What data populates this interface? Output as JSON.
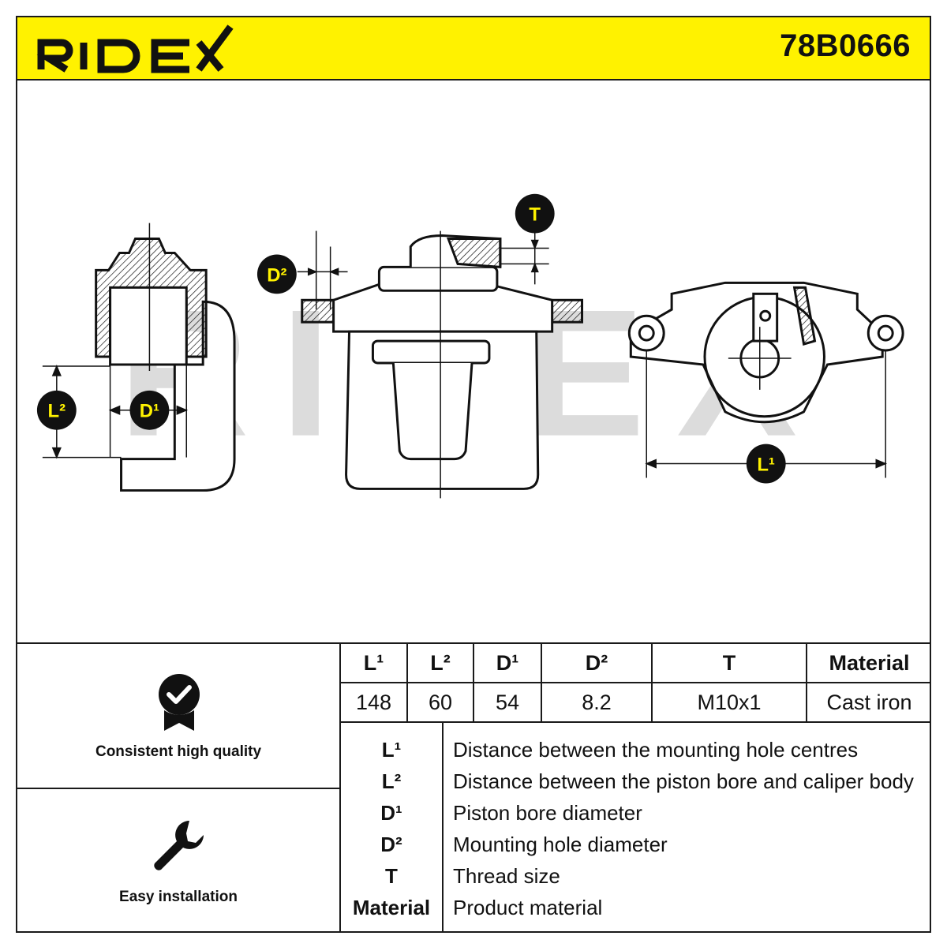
{
  "header": {
    "brand": "RIDEX",
    "part_number": "78B0666",
    "background_color": "#fff200"
  },
  "drawing": {
    "watermark": "RIDEX",
    "callouts": {
      "d2": "D²",
      "t": "T",
      "l2": "L²",
      "d1": "D¹",
      "l1": "L¹"
    },
    "callout_color": "#fff200"
  },
  "features": [
    {
      "icon": "quality-badge-icon",
      "label": "Consistent high quality"
    },
    {
      "icon": "wrench-icon",
      "label": "Easy installation"
    }
  ],
  "specs": {
    "headers": [
      "L¹",
      "L²",
      "D¹",
      "D²",
      "T",
      "Material"
    ],
    "values": [
      "148",
      "60",
      "54",
      "8.2",
      "M10x1",
      "Cast iron"
    ]
  },
  "legend": [
    {
      "symbol": "L¹",
      "description": "Distance between the mounting hole centres"
    },
    {
      "symbol": "L²",
      "description": "Distance between the piston bore and caliper body"
    },
    {
      "symbol": "D¹",
      "description": "Piston bore diameter"
    },
    {
      "symbol": "D²",
      "description": "Mounting hole diameter"
    },
    {
      "symbol": "T",
      "description": "Thread size"
    },
    {
      "symbol": "Material",
      "description": "Product material"
    }
  ]
}
